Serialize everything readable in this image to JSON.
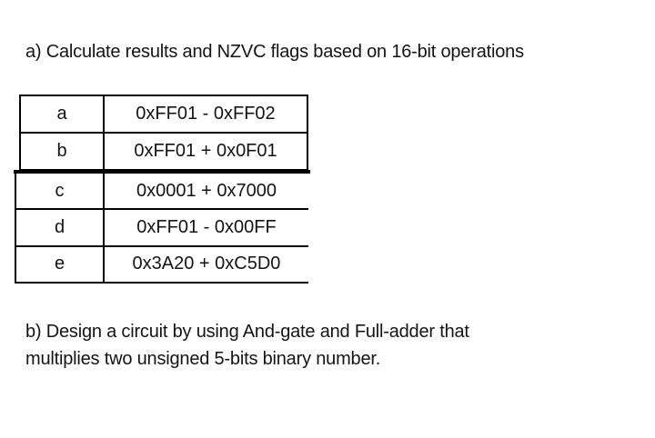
{
  "question_a": {
    "text": "a) Calculate results and NZVC flags based on 16-bit operations"
  },
  "operations_table": {
    "rows": [
      {
        "label": "a",
        "operation": "0xFF01 - 0xFF02"
      },
      {
        "label": "b",
        "operation": "0xFF01 + 0x0F01"
      },
      {
        "label": "c",
        "operation": "0x0001 + 0x7000"
      },
      {
        "label": "d",
        "operation": "0xFF01 - 0x00FF"
      },
      {
        "label": "e",
        "operation": "0x3A20 + 0xC5D0"
      }
    ]
  },
  "question_b": {
    "line1": "b) Design a circuit by using And-gate and Full-adder that",
    "line2": "multiplies two unsigned 5-bits binary number."
  },
  "colors": {
    "background": "#ffffff",
    "text": "#141414",
    "table_border": "#000000"
  }
}
